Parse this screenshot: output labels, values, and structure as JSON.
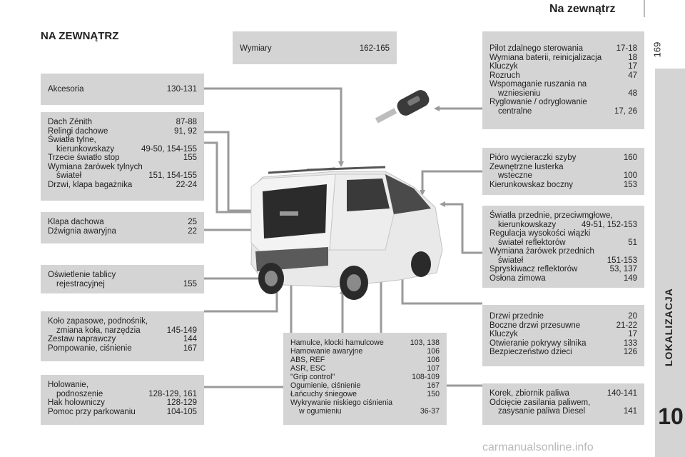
{
  "header": {
    "section": "Na zewnątrz",
    "page_number": "169"
  },
  "title": "NA ZEWNĄTRZ",
  "side": {
    "chapter_label": "LOKALIZACJA",
    "chapter_number": "10"
  },
  "watermark": "carmanualsonline.info",
  "boxes": {
    "wymiary": [
      {
        "label": "Wymiary",
        "pages": "162-165"
      }
    ],
    "akcesoria": [
      {
        "label": "Akcesoria",
        "pages": "130-131"
      }
    ],
    "dach": [
      {
        "label": "Dach Zénith",
        "pages": "87-88"
      },
      {
        "label": "Relingi dachowe",
        "pages": "91, 92"
      },
      {
        "label": "Światła tylne,",
        "pages": ""
      },
      {
        "label": "kierunkowskazy",
        "pages": "49-50, 154-155",
        "indent": true
      },
      {
        "label": "Trzecie światło stop",
        "pages": "155"
      },
      {
        "label": "Wymiana żarówek tylnych",
        "pages": ""
      },
      {
        "label": "świateł",
        "pages": "151, 154-155",
        "indent": true
      },
      {
        "label": "Drzwi, klapa bagażnika",
        "pages": "22-24"
      }
    ],
    "klapa": [
      {
        "label": "Klapa dachowa",
        "pages": "25"
      },
      {
        "label": "Dźwignia awaryjna",
        "pages": "22"
      }
    ],
    "oswietlenie": [
      {
        "label": "Oświetlenie tablicy",
        "pages": ""
      },
      {
        "label": "rejestracyjnej",
        "pages": "155",
        "indent": true
      }
    ],
    "kolo": [
      {
        "label": "Koło zapasowe, podnośnik,",
        "pages": ""
      },
      {
        "label": "zmiana koła, narzędzia",
        "pages": "145-149",
        "indent": true
      },
      {
        "label": "Zestaw naprawczy",
        "pages": "144"
      },
      {
        "label": "Pompowanie, ciśnienie",
        "pages": "167"
      }
    ],
    "holowanie": [
      {
        "label": "Holowanie,",
        "pages": ""
      },
      {
        "label": "podnoszenie",
        "pages": "128-129, 161",
        "indent": true
      },
      {
        "label": "Hak holowniczy",
        "pages": "128-129"
      },
      {
        "label": "Pomoc przy parkowaniu",
        "pages": "104-105"
      }
    ],
    "hamulce": [
      {
        "label": "Hamulce, klocki hamulcowe",
        "pages": "103, 138"
      },
      {
        "label": "Hamowanie awaryjne",
        "pages": "106"
      },
      {
        "label": "ABS, REF",
        "pages": "106"
      },
      {
        "label": "ASR, ESC",
        "pages": "107"
      },
      {
        "label": "\"Grip control\"",
        "pages": "108-109"
      },
      {
        "label": "Ogumienie, ciśnienie",
        "pages": "167"
      },
      {
        "label": "Łańcuchy śniegowe",
        "pages": "150"
      },
      {
        "label": "Wykrywanie niskiego ciśnienia",
        "pages": ""
      },
      {
        "label": "w ogumieniu",
        "pages": "36-37",
        "indent": true
      }
    ],
    "pilot": [
      {
        "label": "Pilot zdalnego sterowania",
        "pages": "17-18"
      },
      {
        "label": "Wymiana baterii, reinicjalizacja",
        "pages": "18"
      },
      {
        "label": "Kluczyk",
        "pages": "17"
      },
      {
        "label": "Rozruch",
        "pages": "47"
      },
      {
        "label": "Wspomaganie ruszania na",
        "pages": ""
      },
      {
        "label": "wzniesieniu",
        "pages": "48",
        "indent": true
      },
      {
        "label": "Ryglowanie / odryglowanie",
        "pages": ""
      },
      {
        "label": "centralne",
        "pages": "17, 26",
        "indent": true
      }
    ],
    "pioro": [
      {
        "label": "Pióro wycieraczki szyby",
        "pages": "160"
      },
      {
        "label": "Zewnętrzne lusterka",
        "pages": ""
      },
      {
        "label": "wsteczne",
        "pages": "100",
        "indent": true
      },
      {
        "label": "Kierunkowskaz boczny",
        "pages": "153"
      }
    ],
    "swiatla": [
      {
        "label": "Światła przednie, przeciwmgłowe,",
        "pages": ""
      },
      {
        "label": "kierunkowskazy",
        "pages": "49-51, 152-153",
        "indent": true
      },
      {
        "label": "Regulacja wysokości wiązki",
        "pages": ""
      },
      {
        "label": "świateł reflektorów",
        "pages": "51",
        "indent": true
      },
      {
        "label": "Wymiana żarówek przednich",
        "pages": ""
      },
      {
        "label": "świateł",
        "pages": "151-153",
        "indent": true
      },
      {
        "label": "Spryskiwacz reflektorów",
        "pages": "53, 137"
      },
      {
        "label": "Osłona zimowa",
        "pages": "149"
      }
    ],
    "drzwi": [
      {
        "label": "Drzwi przednie",
        "pages": "20"
      },
      {
        "label": "Boczne drzwi przesuwne",
        "pages": "21-22"
      },
      {
        "label": "Kluczyk",
        "pages": "17"
      },
      {
        "label": "Otwieranie pokrywy silnika",
        "pages": "133"
      },
      {
        "label": "Bezpieczeństwo dzieci",
        "pages": "126"
      }
    ],
    "korek": [
      {
        "label": "Korek, zbiornik paliwa",
        "pages": "140-141"
      },
      {
        "label": "Odcięcie zasilania paliwem,",
        "pages": ""
      },
      {
        "label": "zasysanie paliwa Diesel",
        "pages": "141",
        "indent": true
      }
    ]
  }
}
